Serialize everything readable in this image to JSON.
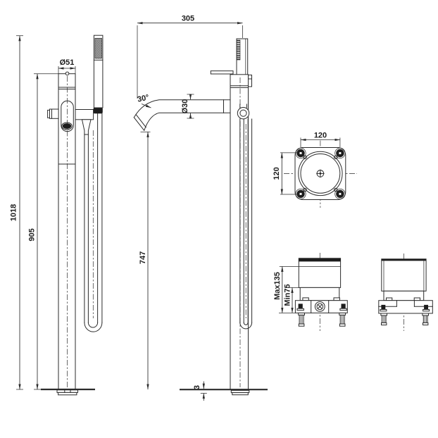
{
  "labels": {
    "front": {
      "overall_height": "1018",
      "column_height": "905",
      "cap_diameter": "Ø51"
    },
    "side": {
      "spout_reach": "305",
      "spout_angle": "30°",
      "spout_diameter": "Ø30",
      "spout_height": "747",
      "floor_plate": "3"
    },
    "flange": {
      "width": "120",
      "height": "120"
    },
    "base": {
      "max_depth": "Max135",
      "min_depth": "Min75"
    }
  },
  "colors": {
    "ink": "#2b2b2b",
    "dark_fill": "#1c1c1c",
    "background": "#ffffff"
  }
}
